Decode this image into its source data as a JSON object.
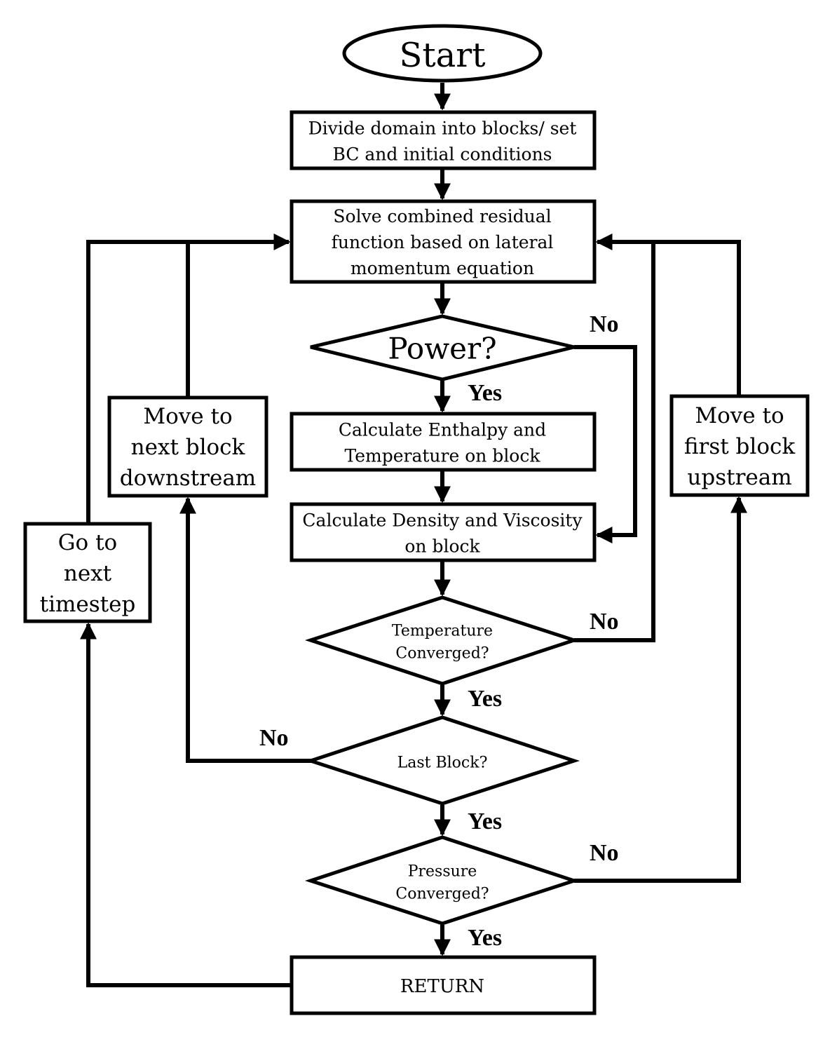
{
  "nodes": {
    "start": {
      "lines": [
        "Start"
      ]
    },
    "divide": {
      "lines": [
        "Divide domain into blocks/ set",
        "BC and initial conditions"
      ]
    },
    "solve": {
      "lines": [
        "Solve combined residual",
        "function based on lateral",
        "momentum equation"
      ]
    },
    "power": {
      "lines": [
        "Power?"
      ]
    },
    "enthalpy": {
      "lines": [
        "Calculate Enthalpy and",
        "Temperature on block"
      ]
    },
    "density": {
      "lines": [
        "Calculate Density and Viscosity",
        "on block"
      ]
    },
    "temp_conv": {
      "lines": [
        "Temperature",
        "Converged?"
      ]
    },
    "last_block": {
      "lines": [
        "Last Block?"
      ]
    },
    "press_conv": {
      "lines": [
        "Pressure",
        "Converged?"
      ]
    },
    "return": {
      "lines": [
        "RETURN"
      ]
    },
    "next_block": {
      "lines": [
        "Move to",
        "next block",
        "downstream"
      ]
    },
    "first_block": {
      "lines": [
        "Move to",
        "first block",
        "upstream"
      ]
    },
    "next_timestep": {
      "lines": [
        "Go to",
        "next",
        "timestep"
      ]
    }
  },
  "edge_labels": {
    "power_no": "No",
    "power_yes": "Yes",
    "temp_no": "No",
    "temp_yes": "Yes",
    "last_no": "No",
    "last_yes": "Yes",
    "press_no": "No",
    "press_yes": "Yes"
  }
}
